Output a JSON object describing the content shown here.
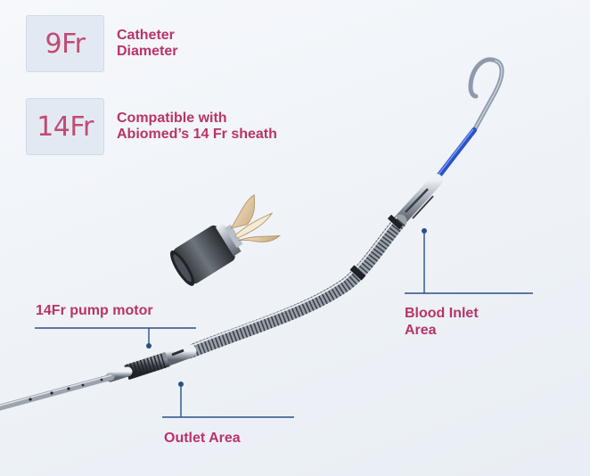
{
  "specs": [
    {
      "value": "9Fr",
      "label_lines": [
        "Catheter",
        "Diameter"
      ]
    },
    {
      "value": "14Fr",
      "label_lines": [
        "Compatible with",
        "Abiomed’s 14 Fr sheath"
      ]
    }
  ],
  "callouts": {
    "pump_motor": "14Fr pump motor",
    "blood_inlet": [
      "Blood Inlet",
      "Area"
    ],
    "outlet": "Outlet Area"
  },
  "colors": {
    "accent_text": "#b8336a",
    "leader_line": "#2a4f8a",
    "box_fill": "#e3e9f2",
    "blue_tube": "#2b52c8",
    "pigtail": "#8e9aac"
  }
}
